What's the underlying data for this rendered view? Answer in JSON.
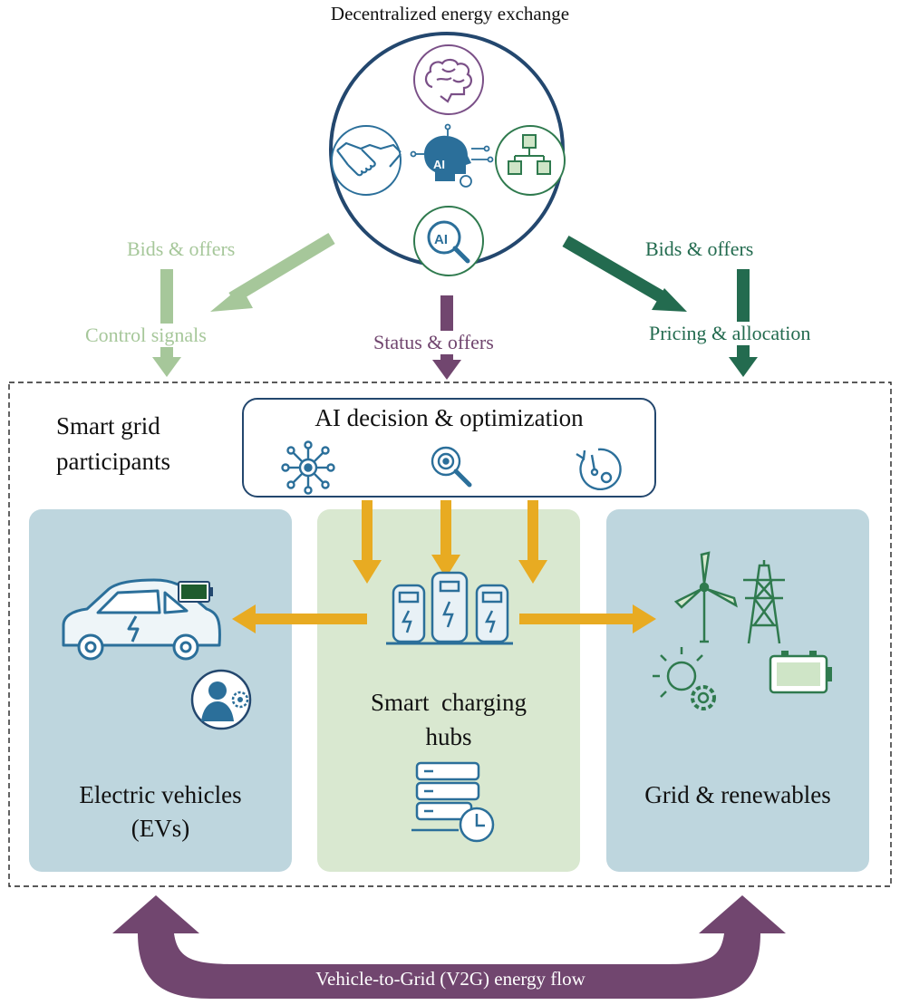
{
  "exchange": {
    "title": "Decentralized energy exchange",
    "icons": [
      "brain-icon",
      "handshake-icon",
      "ai-chip-icon",
      "blockchain-icon",
      "ai-search-icon"
    ]
  },
  "flows": {
    "left_top": "Bids & offers",
    "left_bottom": "Control signals",
    "center": "Status & offers",
    "right_top": "Bids & offers",
    "right_bottom": "Pricing & allocation"
  },
  "participants": {
    "label_line1": "Smart grid",
    "label_line2": "participants"
  },
  "ai_box": {
    "title": "AI decision & optimization",
    "icons": [
      "network-icon",
      "analytics-search-icon",
      "timer-icon"
    ]
  },
  "panels": {
    "ev": {
      "line1": "Electric vehicles",
      "line2": "(EVs)"
    },
    "hub": {
      "line1": "Smart  charging",
      "line2": "hubs"
    },
    "grid": {
      "line1": "Grid & renewables"
    }
  },
  "v2g": {
    "label": "Vehicle-to-Grid (V2G) energy flow"
  },
  "colors": {
    "navy": "#23476e",
    "light_green": "#a6c79a",
    "purple": "#71466f",
    "dark_green": "#236b4f",
    "orange": "#e8ab22",
    "blue_panel": "#bed6de",
    "green_panel": "#d9e8d0",
    "icon_blue": "#2b6f9a",
    "icon_green": "#2f7a4e"
  }
}
